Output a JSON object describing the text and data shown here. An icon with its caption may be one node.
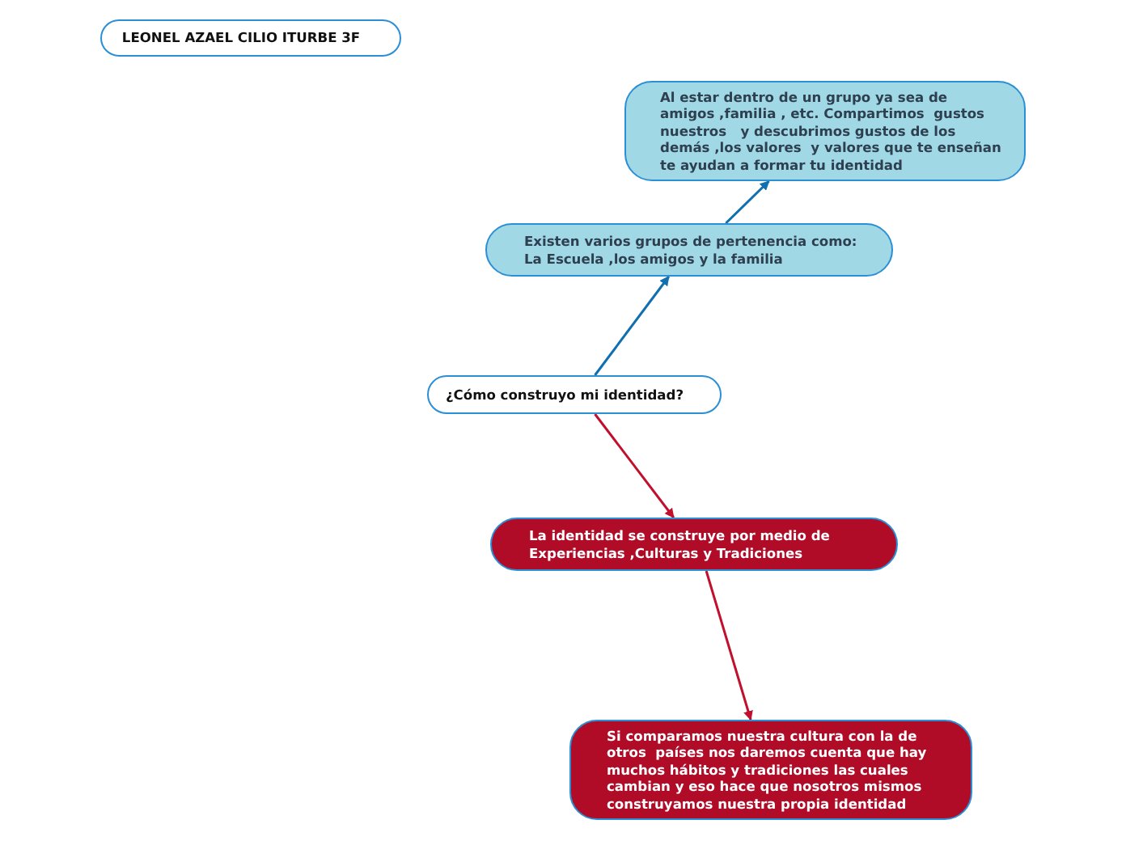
{
  "diagram": {
    "nodes": [
      {
        "text": [
          "LEONEL AZAEL CILIO ITURBE 3F"
        ]
      },
      {
        "text": [
          "Al estar dentro de un grupo ya sea de amigos ,familia , etc. Compartimos  gustos nuestros   y descubrimos gustos de los demás ,los valores  y valores que te enseñan te ayudan a formar tu identidad"
        ]
      },
      {
        "text": [
          "Existen varios grupos de pertenencia como: La Escuela ,los amigos y la familia"
        ]
      },
      {
        "text": [
          "¿Cómo construyo mi identidad?"
        ]
      },
      {
        "text": [
          "La identidad se construye por medio de Experiencias ,Culturas y Tradiciones"
        ]
      },
      {
        "text": [
          "Si comparamos nuestra cultura con la de otros  países nos daremos cuenta que hay muchos hábitos y tradiciones las cuales cambian y eso hace que nosotros mismos construyamos nuestra propia identidad"
        ]
      }
    ],
    "edges": [
      {
        "from": 3,
        "to": 2,
        "arrow": "to",
        "color": "#0f6fb0"
      },
      {
        "from": 2,
        "to": 1,
        "arrow": "to",
        "color": "#0f6fb0"
      },
      {
        "from": 3,
        "to": 4,
        "arrow": "to",
        "color": "#c0102e"
      },
      {
        "from": 4,
        "to": 5,
        "arrow": "to",
        "color": "#c0102e"
      }
    ]
  }
}
